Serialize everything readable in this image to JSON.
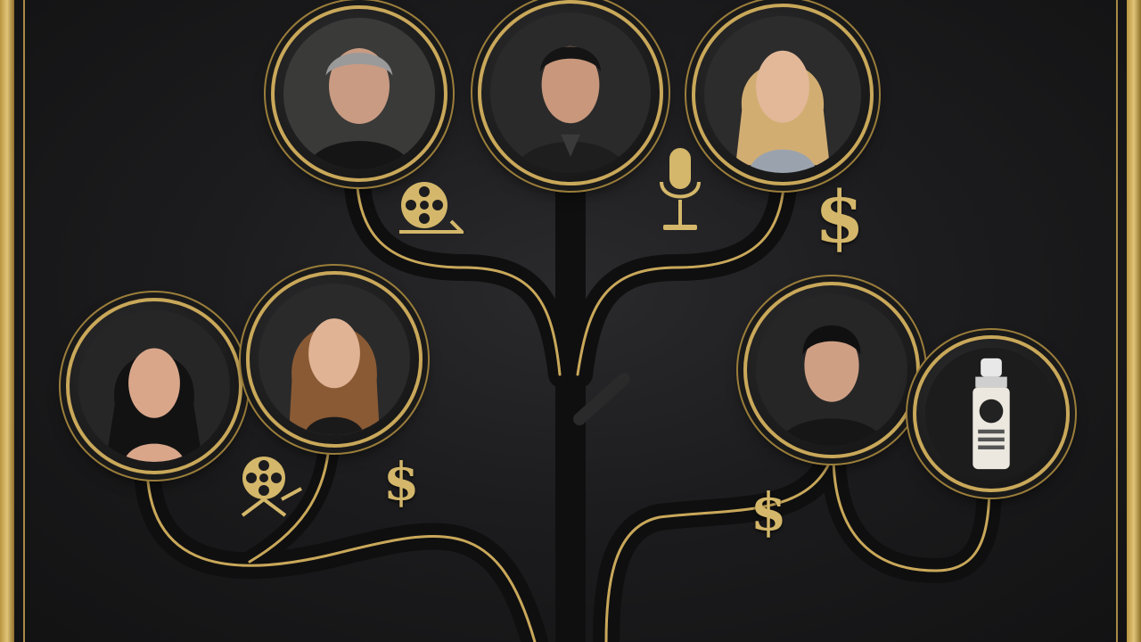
{
  "colors": {
    "background": "#1c1c1e",
    "gold": "#c9a85a",
    "gold_light": "#e0c478"
  },
  "symbols": {
    "dollar": "$"
  },
  "nodes": [
    {
      "id": "man-gray-hair",
      "kind": "portrait"
    },
    {
      "id": "man-dark-suit",
      "kind": "portrait"
    },
    {
      "id": "woman-blonde",
      "kind": "portrait"
    },
    {
      "id": "woman-dark-hair",
      "kind": "portrait"
    },
    {
      "id": "woman-auburn-hair",
      "kind": "portrait"
    },
    {
      "id": "man-dark-hair",
      "kind": "portrait"
    },
    {
      "id": "spray-bottle",
      "kind": "product"
    }
  ],
  "icons": [
    "film-reel-icon",
    "microphone-icon",
    "dollar-icon"
  ]
}
